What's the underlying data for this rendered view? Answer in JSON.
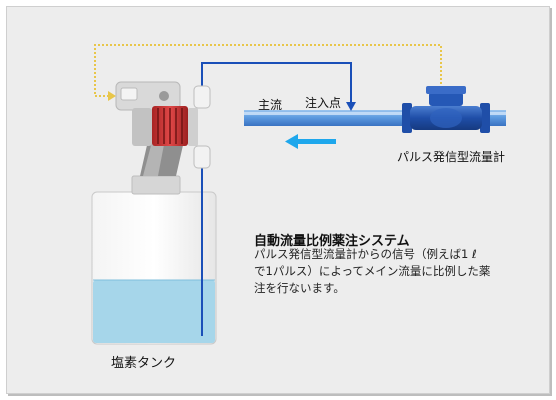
{
  "labels": {
    "main_flow": "主流",
    "injection_point": "注入点",
    "flow_meter": "パルス発信型流量計",
    "tank": "塩素タンク"
  },
  "system": {
    "title": "自動流量比例薬注システム",
    "description_lines": [
      "パルス発信型流量計からの信号（例えば1 ℓ",
      "で1パルス）によってメイン流量に比例した薬",
      "注を行ないます。"
    ]
  },
  "colors": {
    "pipe": "#4f8fd6",
    "flow_arrow": "#1ea7ec",
    "signal_wire": "#e8c64a",
    "injection_line": "#1a4fb8",
    "liquid": "#a6d6ea",
    "pump_head": "#d23a3a",
    "meter_body": "#1f4ea8"
  }
}
